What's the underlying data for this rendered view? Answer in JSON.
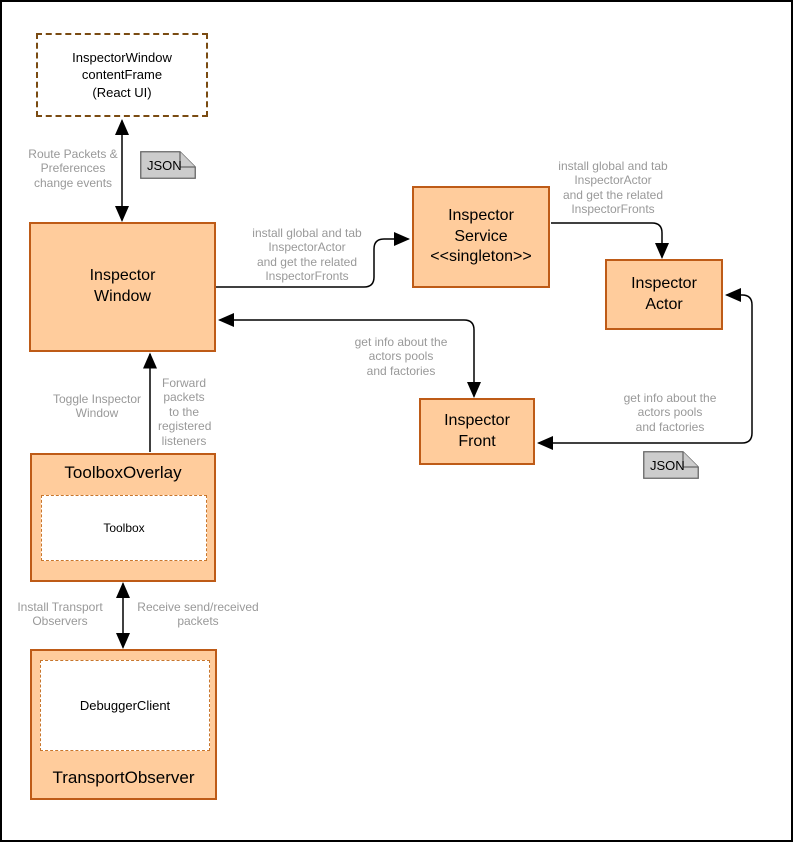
{
  "nodes": {
    "content_frame": "InspectorWindow\ncontentFrame\n(React UI)",
    "inspector_window": "Inspector\nWindow",
    "inspector_service": "Inspector\nService\n<<singleton>>",
    "inspector_actor": "Inspector\nActor",
    "inspector_front": "Inspector\nFront",
    "toolbox_overlay": "ToolboxOverlay",
    "toolbox": "Toolbox",
    "transport_observer": "TransportObserver",
    "debugger_client": "DebuggerClient"
  },
  "notes": {
    "json_top": "JSON",
    "json_right": "JSON"
  },
  "edge_labels": {
    "route_packets": "Route Packets &\nPreferences\nchange events",
    "install_global_left": "install global and tab\nInspectorActor\nand get the related\nInspectorFronts",
    "install_global_right": "install global and tab\nInspectorActor\nand get the related\nInspectorFronts",
    "get_info_mid": "get info about the\nactors pools\nand factories",
    "get_info_right": "get info about the\nactors pools\nand factories",
    "toggle_inspector": "Toggle Inspector\nWindow",
    "forward_packets": "Forward\npackets\nto the\nregistered\nlisteners",
    "install_transport": "Install Transport\nObservers",
    "receive_packets": "Receive send/received\npackets"
  },
  "colors": {
    "node_fill": "#FFCC9C",
    "node_stroke": "#BE5B17",
    "content_frame_dash": "#7A4B12",
    "inner_dash": "#C8762C",
    "edge_label": "#999999",
    "note_fill": "#CCCCCC",
    "note_stroke": "#666666",
    "arrow": "#000000"
  }
}
